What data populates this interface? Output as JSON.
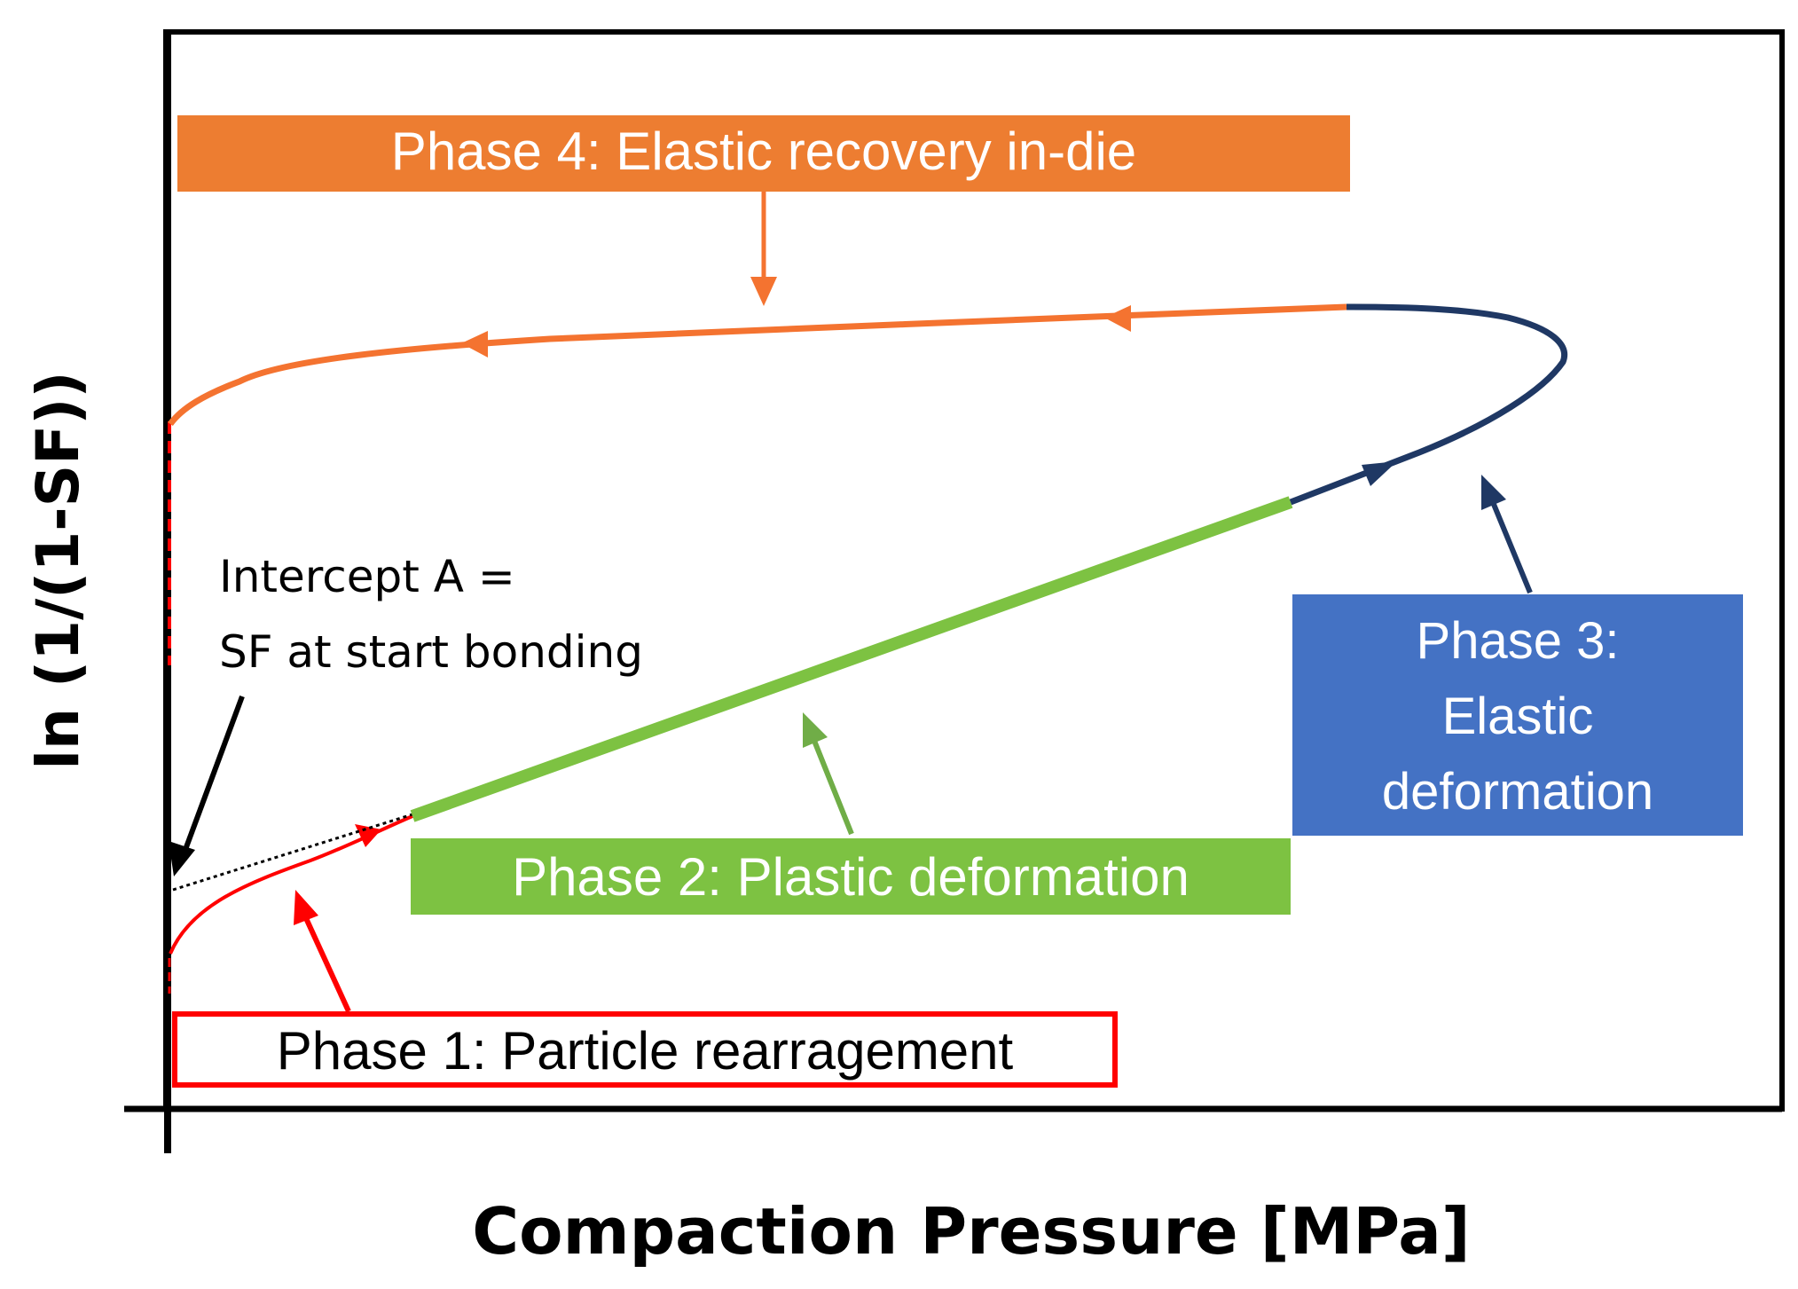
{
  "axes": {
    "y_label": "ln (1/(1-SF))",
    "x_label": "Compaction Pressure [MPa]"
  },
  "phases": {
    "phase1": {
      "label": "Phase 1: Particle rearragement",
      "color": "#ff0000"
    },
    "phase2": {
      "label": "Phase 2: Plastic deformation",
      "color": "#7dc242"
    },
    "phase3": {
      "line1": "Phase 3:",
      "line2": "Elastic",
      "line3": "deformation",
      "color": "#4472c4",
      "curve_color": "#1f3864"
    },
    "phase4": {
      "label": "Phase 4: Elastic recovery in-die",
      "color": "#ed7d31",
      "curve_color": "#f47330"
    }
  },
  "annotation": {
    "line1": "Intercept A =",
    "line2": "SF at start bonding"
  }
}
